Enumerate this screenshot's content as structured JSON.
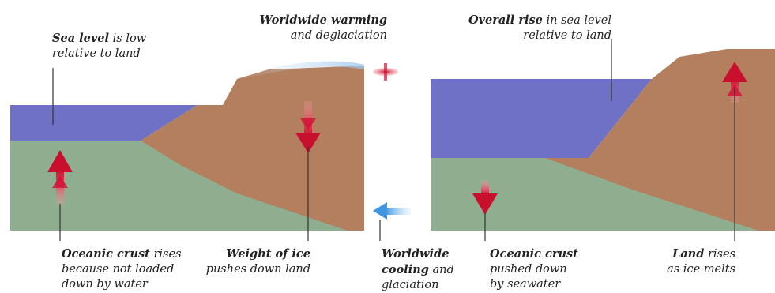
{
  "labels": {
    "sea_level_low": {
      "bold": "Sea level",
      "line1_rest": " is low",
      "line2": "relative to land"
    },
    "worldwide_warming": {
      "bold": "Worldwide warming",
      "line2": "and deglaciation"
    },
    "overall_rise": {
      "bold": "Overall rise",
      "line1_rest": " in sea level",
      "line2": "relative to land"
    },
    "oceanic_crust_rises": {
      "bold": "Oceanic crust",
      "line1_rest": " rises",
      "line2": "because not loaded",
      "line3": "down by water"
    },
    "weight_of_ice": {
      "bold": "Weight of ice",
      "line2": "pushes down land"
    },
    "worldwide_cooling": {
      "bold1": "Worldwide",
      "bold2": "cooling",
      "line2_rest": " and",
      "line3": "glaciation"
    },
    "oceanic_crust_pushed": {
      "bold": "Oceanic crust",
      "line2": "pushed down",
      "line3": "by seawater"
    },
    "land_rises": {
      "bold": "Land",
      "line1_rest": " rises",
      "line2": "as ice melts"
    }
  },
  "colors": {
    "sea": "#6f72c4",
    "land": "#b47f5f",
    "crust": "#8fae8f",
    "arrow_red": "#d21436",
    "arrow_blue": "#5aa8e6"
  }
}
